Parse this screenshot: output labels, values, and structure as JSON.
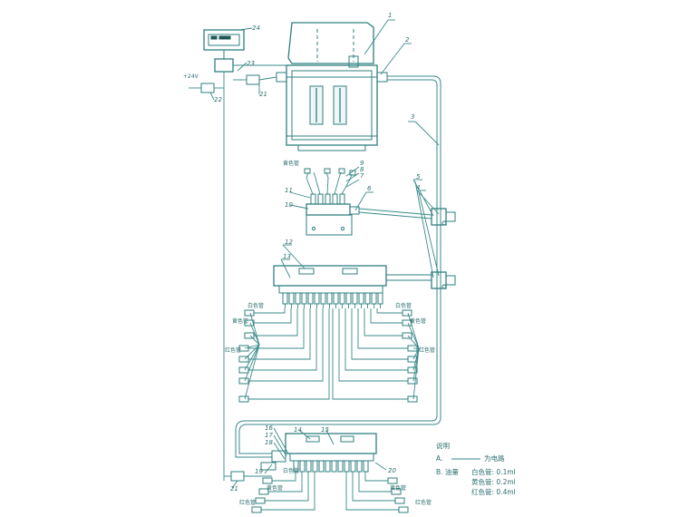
{
  "labels": {
    "n1": "1",
    "n2": "2",
    "n3": "3",
    "n4": "4",
    "n5": "5",
    "n6": "6",
    "n7": "7",
    "n8": "8",
    "n9": "9",
    "n10": "10",
    "n11": "11",
    "n12": "12",
    "n13": "13",
    "n14": "14",
    "n15": "15",
    "n16": "16",
    "n17": "17",
    "n18": "18",
    "n19": "19",
    "n20": "20",
    "n21a": "21",
    "n21b": "21",
    "n22": "22",
    "n23": "23",
    "n24": "24",
    "voltage": "+24V",
    "yellow_tube_top": "黄色管",
    "white_tube_left": "白色管",
    "yellow_tube_left": "黄色管",
    "red_tube_left": "红色管",
    "white_tube_right": "白色管",
    "yellow_tube_right": "黄色管",
    "red_tube_right": "红色管",
    "white_tube_bottom": "白色管",
    "yellow_tube_bottom_l": "黄色管",
    "red_tube_bottom_l": "红色管",
    "yellow_tube_bottom_r": "黄色管",
    "red_tube_bottom_r": "红色管"
  },
  "legend": {
    "title": "说明",
    "line_a_prefix": "A.",
    "line_a_text": "为电路",
    "line_b_prefix": "B. 油量",
    "white": "白色管: 0.1ml",
    "yellow": "黄色管: 0.2ml",
    "red": "红色管: 0.4ml"
  },
  "colors": {
    "line": "#2f7f7f",
    "text": "#2f6f6f",
    "background": "#ffffff"
  }
}
